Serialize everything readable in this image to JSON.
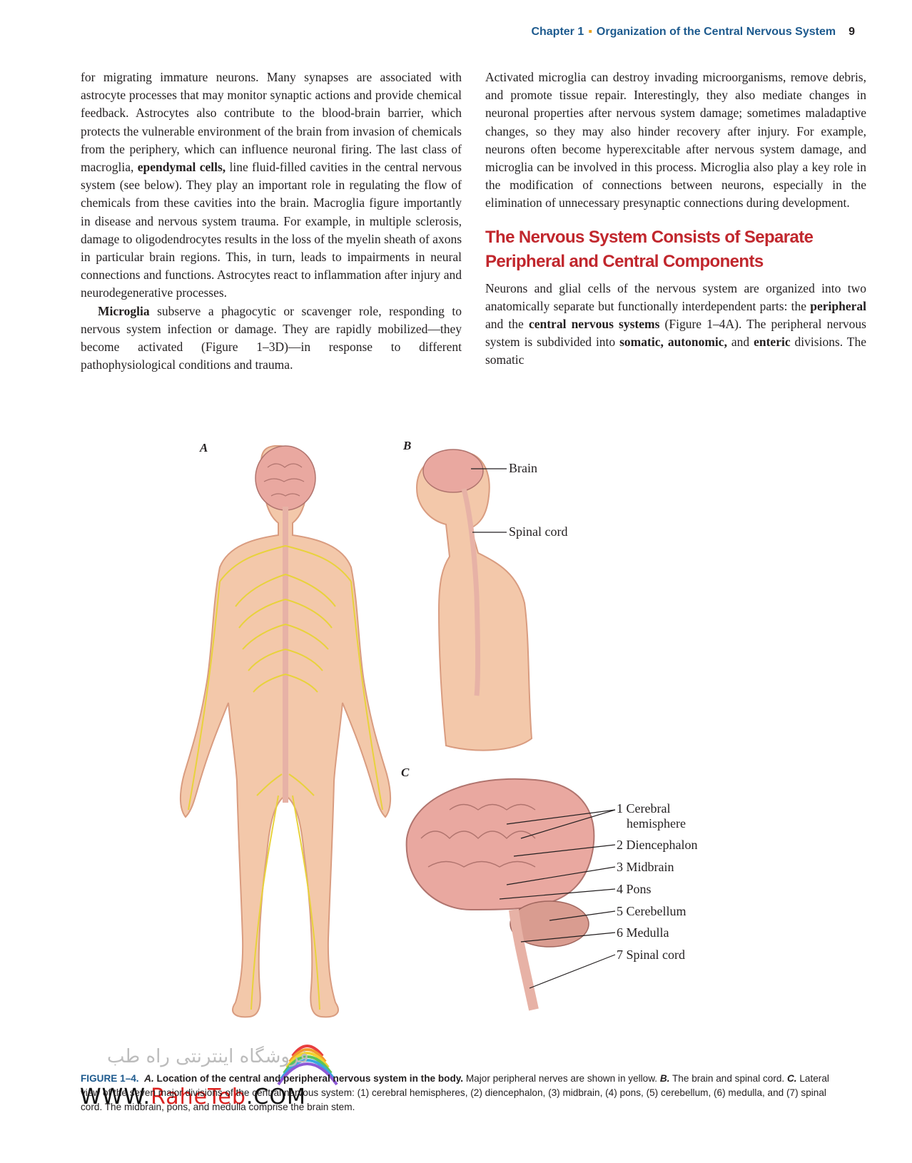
{
  "header": {
    "chapter": "Chapter 1",
    "title": "Organization of the Central Nervous System",
    "page_number": "9"
  },
  "left_column": {
    "p1": {
      "t1": "for migrating immature neurons. Many synapses are associated with astrocyte processes that may monitor synaptic actions and provide chemical feedback. Astrocytes also contribute to the blood-brain barrier, which protects the vulnerable environment of the brain from invasion of chemicals from the periphery, which can influence neuronal firing. The last class of macroglia, ",
      "b1": "ependymal cells,",
      "t2": " line fluid-filled cavities in the central nervous system (see below). They play an important role in regulating the flow of chemicals from these cavities into the brain. Macroglia figure importantly in disease and nervous system trauma. For example, in multiple sclerosis, damage to oligodendrocytes results in the loss of the myelin sheath of axons in particular brain regions. This, in turn, leads to impairments in neural connections and functions. Astrocytes react to inflammation after injury and neurodegenerative processes."
    },
    "p2": {
      "b1": "Microglia",
      "t1": " subserve a phagocytic or scavenger role, responding to nervous system infection or damage. They are rapidly mobilized—they become activated (Figure 1–3D)—in response to different pathophysiological conditions and trauma."
    }
  },
  "right_column": {
    "p1": "Activated microglia can destroy invading microorganisms, remove debris, and promote tissue repair. Interestingly, they also mediate changes in neuronal properties after nervous system damage; sometimes maladaptive changes, so they may also hinder recovery after injury. For example, neurons often become hyperexcitable after nervous system damage, and microglia can be involved in this process. Microglia also play a key role in the modification of connections between neurons, especially in the elimination of unnecessary presynaptic connections during development.",
    "heading_line1": "The Nervous System Consists of Separate",
    "heading_line2": "Peripheral and Central Components",
    "p2": {
      "t1": "Neurons and glial cells of the nervous system are organized into two anatomically separate but functionally interdependent parts: the ",
      "b1": "peripheral",
      "t2": " and the ",
      "b2": "central nervous systems",
      "t3": " (Figure 1–4A). The peripheral nervous system is subdivided into ",
      "b3": "somatic,",
      "t4": " ",
      "b4": "autonomic,",
      "t5": " and ",
      "b5": "enteric",
      "t6": " divisions. The somatic"
    }
  },
  "figure": {
    "panel_a": "A",
    "panel_b": "B",
    "panel_c": "C",
    "b_labels": {
      "brain": "Brain",
      "spinal_cord": "Spinal cord"
    },
    "c_labels": {
      "l1a": "1 Cerebral",
      "l1b": "hemisphere",
      "l2": "2 Diencephalon",
      "l3": "3 Midbrain",
      "l4": "4 Pons",
      "l5": "5 Cerebellum",
      "l6": "6 Medulla",
      "l7": "7 Spinal cord"
    },
    "colors": {
      "skin": "#f3c8aa",
      "skin_shade": "#d99c80",
      "nerve": "#e8d23c",
      "brain": "#e9a8a0",
      "cord": "#e7b2a6"
    }
  },
  "caption": {
    "fig_label": "FIGURE 1–4.",
    "a_letter": "A.",
    "a_bold": "Location of the central and peripheral nervous system in the body.",
    "a_text": " Major peripheral nerves are shown in yellow. ",
    "b_letter": "B.",
    "b_text": " The brain and spinal cord. ",
    "c_letter": "C.",
    "c_text": " Lateral view of the seven major divisions of the central nervous system: (1) cerebral hemispheres, (2) diencephalon, (3) midbrain, (4) pons, (5) cerebellum, (6) medulla, and (7) spinal cord. The midbrain, pons, and medulla comprise the brain stem."
  },
  "watermark": {
    "persian": "فروشگاه اینترنتی راه طب",
    "url_pre": "WWW.",
    "url_red": "RaheTeb",
    "url_post": ".COM"
  }
}
